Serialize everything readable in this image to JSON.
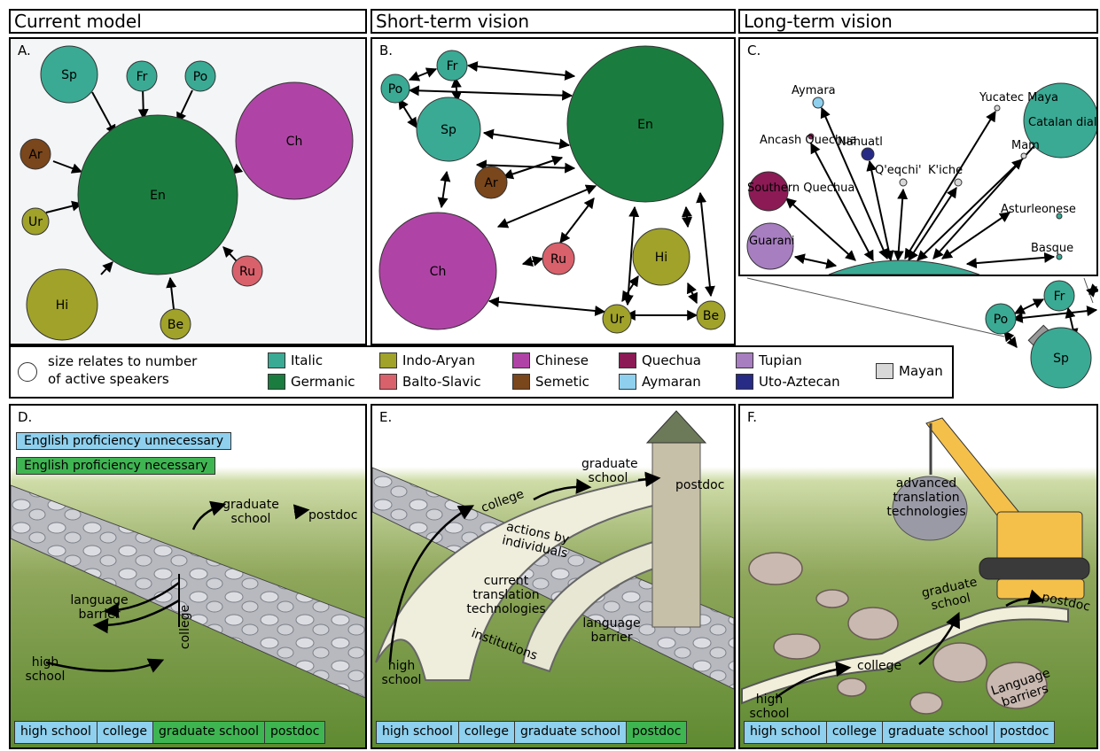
{
  "headers": {
    "current": "Current model",
    "short": "Short-term vision",
    "long": "Long-term vision"
  },
  "panel_labels": {
    "a": "A.",
    "b": "B.",
    "c": "C.",
    "d": "D.",
    "e": "E.",
    "f": "F."
  },
  "legend": {
    "size_note_line1": "size relates to number",
    "size_note_line2": "of active speakers",
    "families": [
      {
        "name": "Italic",
        "color": "#3aaa94"
      },
      {
        "name": "Germanic",
        "color": "#1a7d3f"
      },
      {
        "name": "Indo-Aryan",
        "color": "#a0a22a"
      },
      {
        "name": "Balto-Slavic",
        "color": "#d9616c"
      },
      {
        "name": "Chinese",
        "color": "#b044a6"
      },
      {
        "name": "Semetic",
        "color": "#7a461b"
      },
      {
        "name": "Quechua",
        "color": "#8c1a55"
      },
      {
        "name": "Aymaran",
        "color": "#8ed0ee"
      },
      {
        "name": "Tupian",
        "color": "#a77ec0"
      },
      {
        "name": "Uto-Aztecan",
        "color": "#272b86"
      },
      {
        "name": "Mayan",
        "color": "#d8d8d8"
      }
    ]
  },
  "panel_a": {
    "nodes": [
      "Sp",
      "Fr",
      "Po",
      "Ch",
      "Ar",
      "En",
      "Ur",
      "Ru",
      "Hi",
      "Be"
    ]
  },
  "panel_b": {
    "nodes": [
      "Fr",
      "Po",
      "Sp",
      "En",
      "Ar",
      "Ch",
      "Ru",
      "Hi",
      "Ur",
      "Be"
    ]
  },
  "panel_c": {
    "languages": [
      "Aymara",
      "Yucatec Maya",
      "Catalan dialects",
      "Ancash Quechua",
      "Nahuatl",
      "Mam",
      "Q'eqchi'",
      "K'iche",
      "Southern Quechua",
      "Asturleonese",
      "Guarani",
      "Basque"
    ],
    "inset_nodes": [
      "Fr",
      "Po",
      "Sp"
    ]
  },
  "panel_d": {
    "banner_unnecessary": "English proficiency unnecessary",
    "banner_necessary": "English proficiency necessary",
    "graduate_school": "graduate school",
    "postdoc": "postdoc",
    "language_barrier": "language barrier",
    "college": "college",
    "high_school": "high school",
    "stages": [
      "high school",
      "college",
      "graduate school",
      "postdoc"
    ]
  },
  "panel_e": {
    "graduate_school": "graduate school",
    "postdoc": "postdoc",
    "college": "college",
    "actions": "actions by individuals",
    "current_tech": "current translation technologies",
    "institutions": "institutions",
    "language_barrier": "language barrier",
    "high_school": "high school",
    "stages": [
      "high school",
      "college",
      "graduate school",
      "postdoc"
    ]
  },
  "panel_f": {
    "advanced_tech": "advanced translation technologies",
    "graduate_school": "graduate school",
    "postdoc": "postdoc",
    "college": "college",
    "high_school": "high school",
    "language_barriers": "Language barriers",
    "stages": [
      "high school",
      "college",
      "graduate school",
      "postdoc"
    ]
  }
}
